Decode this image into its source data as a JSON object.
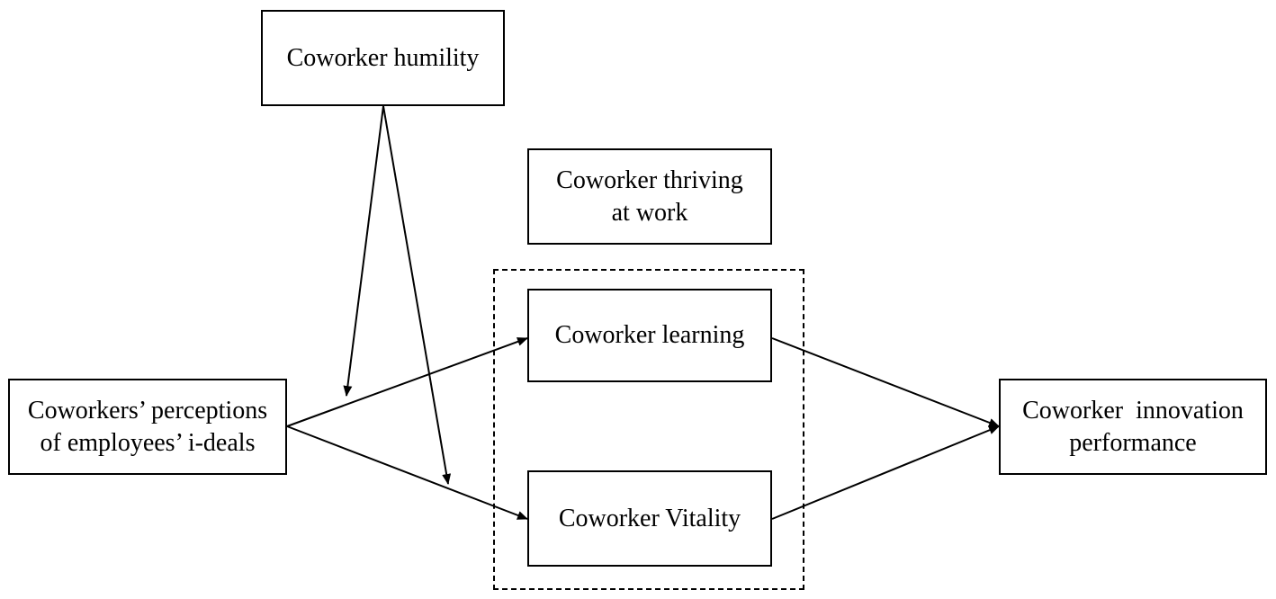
{
  "diagram": {
    "nodes": {
      "humility": {
        "lines": [
          "Coworker humility"
        ]
      },
      "thriving": {
        "lines": [
          "Coworker thriving",
          "at work"
        ]
      },
      "learning": {
        "lines": [
          "Coworker learning"
        ]
      },
      "vitality": {
        "lines": [
          "Coworker Vitality"
        ]
      },
      "ideals": {
        "lines": [
          "Coworkers’ perceptions",
          "of employees’ i-deals"
        ]
      },
      "innovation": {
        "lines": [
          "Coworker  innovation",
          "performance"
        ]
      }
    },
    "edges": [
      {
        "from": "ideals",
        "to": "learning"
      },
      {
        "from": "ideals",
        "to": "vitality"
      },
      {
        "from": "learning",
        "to": "innovation"
      },
      {
        "from": "vitality",
        "to": "innovation"
      },
      {
        "from": "humility",
        "to": "ideals-to-learning-path"
      },
      {
        "from": "humility",
        "to": "ideals-to-vitality-path"
      }
    ]
  }
}
